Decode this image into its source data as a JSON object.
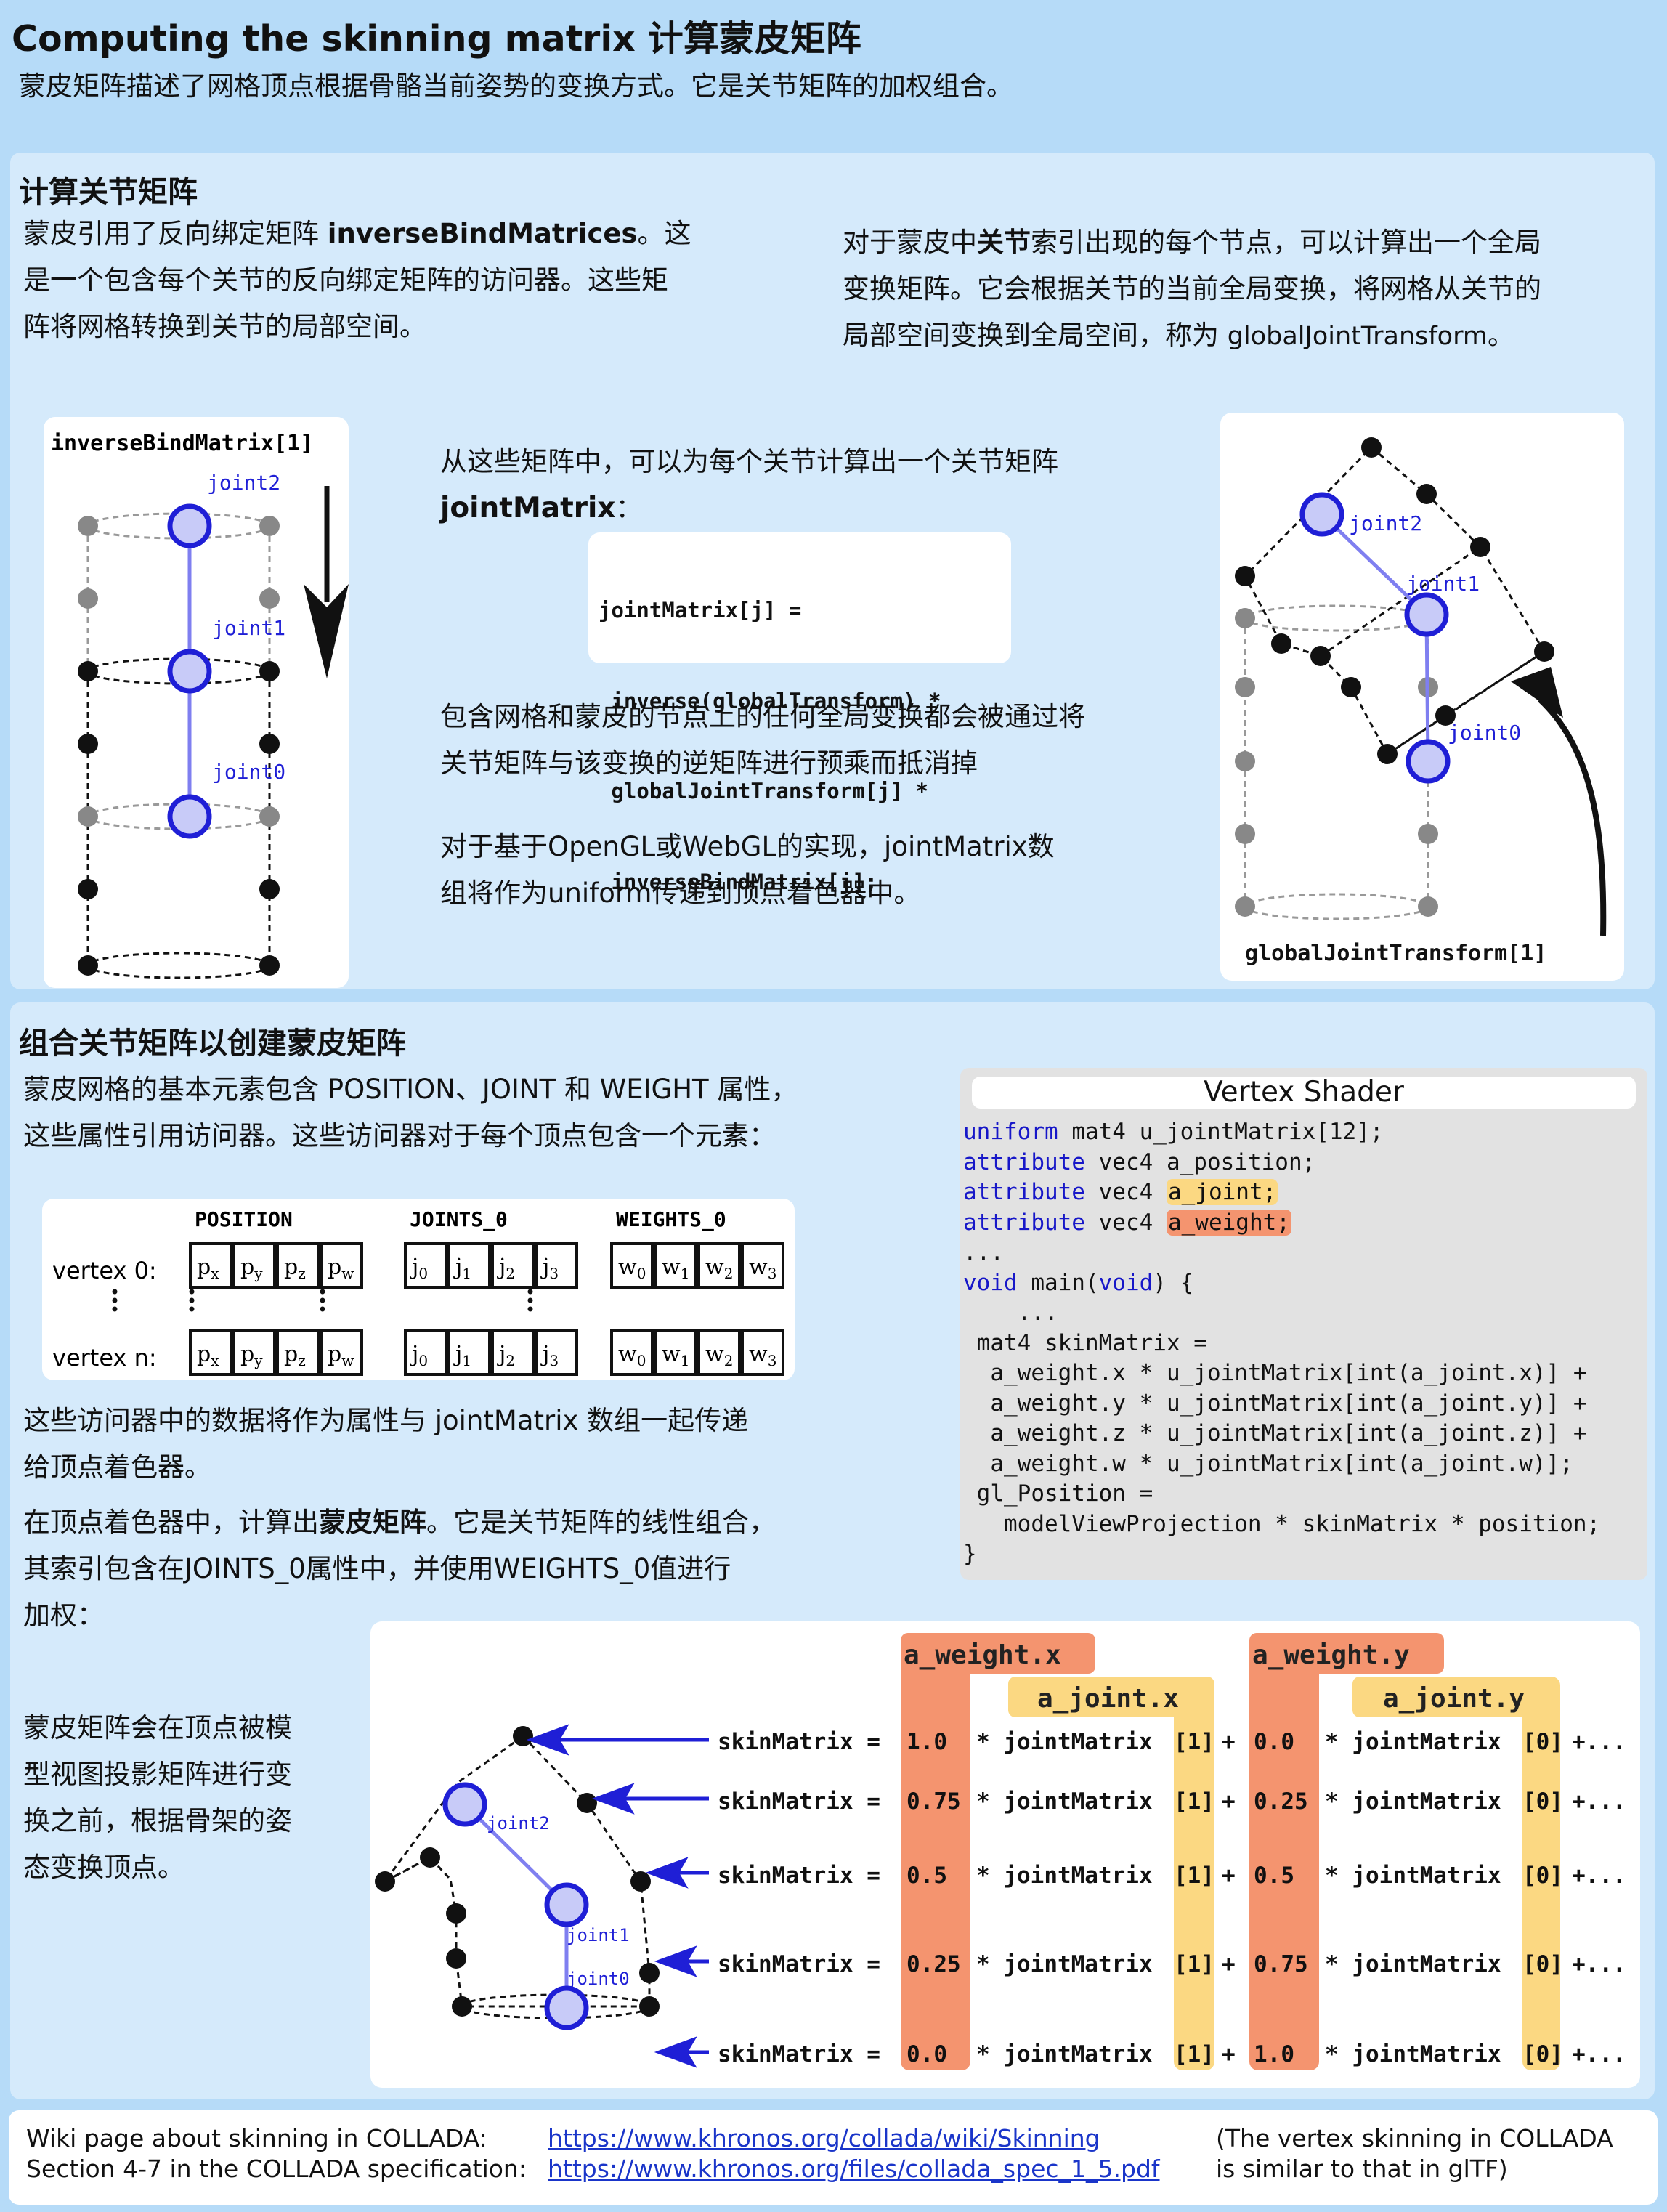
{
  "header": {
    "title": "Computing the skinning matrix 计算蒙皮矩阵",
    "subtitle": "蒙皮矩阵描述了网格顶点根据骨骼当前姿势的变换方式。它是关节矩阵的加权组合。"
  },
  "section1": {
    "heading": "计算关节矩阵",
    "left_para": {
      "pre": "蒙皮引用了反向绑定矩阵 ",
      "bold": "inverseBindMatrices",
      "post_line1": "。这",
      "line2": "是一个包含每个关节的反向绑定矩阵的访问器。这些矩",
      "line3": "阵将网格转换到关节的局部空间。"
    },
    "right_para": {
      "l1_pre": "对于蒙皮中",
      "l1_bold": "关节",
      "l1_post": "索引出现的每个节点，可以计算出一个全局",
      "l2": "变换矩阵。它会根据关节的当前全局变换，将网格从关节的",
      "l3_pre": "局部空间变换到全局空间，称为 ",
      "l3_code": "globalJointTransform",
      "l3_post": "。"
    },
    "left_figure_label": "inverseBindMatrix[1]",
    "right_figure_label": "globalJointTransform[1]",
    "joint_labels": [
      "joint2",
      "joint1",
      "joint0"
    ],
    "mid_para1": {
      "line1": "从这些矩阵中，可以为每个关节计算出一个关节矩阵",
      "bold": "jointMatrix",
      "colon": "："
    },
    "code_lines": [
      "jointMatrix[j] =",
      " inverse(globalTransform) *",
      " globalJointTransform[j] *",
      " inverseBindMatrix[j];"
    ],
    "mid_para2": [
      "包含网格和蒙皮的节点上的任何全局变换都会被通过将",
      "关节矩阵与该变换的逆矩阵进行预乘而抵消掉"
    ],
    "mid_para3": [
      "对于基于OpenGL或WebGL的实现，jointMatrix数",
      "组将作为uniform传递到顶点着色器中。"
    ]
  },
  "section2": {
    "heading": "组合关节矩阵以创建蒙皮矩阵",
    "para1": [
      "蒙皮网格的基本元素包含 POSITION、JOINT 和 WEIGHT 属性，",
      "这些属性引用访问器。这些访问器对于每个顶点包含一个元素："
    ],
    "table": {
      "headers": [
        "POSITION",
        "JOINTS_0",
        "WEIGHTS_0"
      ],
      "row_labels": [
        "vertex 0:",
        "vertex n:"
      ],
      "position_cells": [
        [
          "p",
          "x"
        ],
        [
          "p",
          "y"
        ],
        [
          "p",
          "z"
        ],
        [
          "p",
          "w"
        ]
      ],
      "joint_cells": [
        [
          "j",
          "0"
        ],
        [
          "j",
          "1"
        ],
        [
          "j",
          "2"
        ],
        [
          "j",
          "3"
        ]
      ],
      "weight_cells": [
        [
          "w",
          "0"
        ],
        [
          "w",
          "1"
        ],
        [
          "w",
          "2"
        ],
        [
          "w",
          "3"
        ]
      ]
    },
    "para2": [
      "这些访问器中的数据将作为属性与 jointMatrix 数组一起传递",
      "给顶点着色器。"
    ],
    "para3": {
      "l1_pre": "在顶点着色器中，计算出",
      "l1_bold": "蒙皮矩阵",
      "l1_post": "。它是关节矩阵的线性组合，",
      "l2": "其索引包含在JOINTS_0属性中，并使用WEIGHTS_0值进行",
      "l3": "加权："
    },
    "para4": [
      "蒙皮矩阵会在顶点被模",
      "型视图投影矩阵进行变",
      "换之前，根据骨架的姿",
      "态变换顶点。"
    ],
    "shader": {
      "title": "Vertex Shader",
      "lines": [
        {
          "kw": "uniform",
          "rest": " mat4 u_jointMatrix[12];"
        },
        {
          "kw": "attribute",
          "rest": " vec4 a_position;"
        },
        {
          "kw": "attribute",
          "rest": " vec4 ",
          "hl": "a_joint;",
          "hlclass": "hlj"
        },
        {
          "kw": "attribute",
          "rest": " vec4 ",
          "hl": "a_weight;",
          "hlclass": "hlw"
        },
        {
          "kw": "",
          "rest": "..."
        },
        {
          "kw": "void",
          "rest": " main(",
          "kw2": "void",
          "rest2": ") {"
        },
        {
          "kw": "",
          "rest": "    ..."
        },
        {
          "kw": "",
          "rest": " mat4 skinMatrix ="
        },
        {
          "kw": "",
          "rest": "  a_weight.x * u_jointMatrix[int(a_joint.x)] +"
        },
        {
          "kw": "",
          "rest": "  a_weight.y * u_jointMatrix[int(a_joint.y)] +"
        },
        {
          "kw": "",
          "rest": "  a_weight.z * u_jointMatrix[int(a_joint.z)] +"
        },
        {
          "kw": "",
          "rest": "  a_weight.w * u_jointMatrix[int(a_joint.w)];"
        },
        {
          "kw": "",
          "rest": " gl_Position ="
        },
        {
          "kw": "",
          "rest": "   modelViewProjection * skinMatrix * position;"
        },
        {
          "kw": "",
          "rest": "}"
        }
      ]
    },
    "skin_figure": {
      "header_labels": [
        "a_weight.x",
        "a_joint.x",
        "a_weight.y",
        "a_joint.y"
      ],
      "rows": [
        {
          "lhs": "skinMatrix =",
          "w1": "1.0",
          "j1": "[1]",
          "w2": "0.0",
          "j2": "[0]"
        },
        {
          "lhs": "skinMatrix =",
          "w1": "0.75",
          "j1": "[1]",
          "w2": "0.25",
          "j2": "[0]"
        },
        {
          "lhs": "skinMatrix =",
          "w1": "0.5",
          "j1": "[1]",
          "w2": "0.5",
          "j2": "[0]"
        },
        {
          "lhs": "skinMatrix =",
          "w1": "0.25",
          "j1": "[1]",
          "w2": "0.75",
          "j2": "[0]"
        },
        {
          "lhs": "skinMatrix =",
          "w1": "0.0",
          "j1": "[1]",
          "w2": "1.0",
          "j2": "[0]"
        }
      ],
      "term_mid": "* jointMatrix",
      "plus": "+",
      "tail": "+..."
    }
  },
  "footer": {
    "row1_label": "Wiki page about skinning in COLLADA:",
    "row1_link": "https://www.khronos.org/collada/wiki/Skinning",
    "row2_label": "Section 4-7 in the COLLADA specification:",
    "row2_link": "https://www.khronos.org/files/collada_spec_1_5.pdf",
    "note_l1": "(The vertex skinning in COLLADA",
    "note_l2": "is similar to that in glTF)"
  },
  "colors": {
    "joint_blue": "#1f1fd6",
    "weight_orange": "#f4946f",
    "joint_yellow": "#fbd882",
    "panel": "#d5eafb",
    "background": "#b6dbf8"
  }
}
